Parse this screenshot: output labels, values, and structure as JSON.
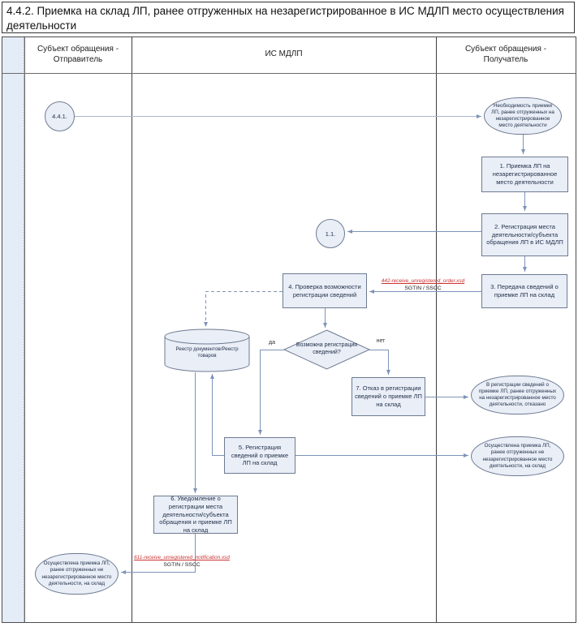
{
  "title": "4.4.2. Приемка на склад ЛП, ранее отгруженных на незарегистрированное в ИС МДЛП место осуществления деятельности",
  "lanes": {
    "sender": "Субъект обращения - Отправитель",
    "system": "ИС МДЛП",
    "receiver": "Субъект обращения - Получатель"
  },
  "flow": {
    "start_ref": "4.4.1.",
    "subprocess_ref": "1.1.",
    "need": "Необходимость приемки ЛП, ранее отгруженных на незарегистрированное место деятельности",
    "step1": "1. Приемка ЛП на незарегистрированное место деятельности",
    "step2": "2. Регистрация места деятельности/субъекта обращения ЛП в ИС МДЛП",
    "step3": "3. Передача сведений о приемке ЛП на склад",
    "step4": "4. Проверка возможности регистрации сведений",
    "decision": "Возможна регистрация сведений?",
    "yes": "да",
    "no": "нет",
    "registry": "Реестр документов/Реестр товаров",
    "step5": "5. Регистрация сведений о приемке ЛП на склад",
    "step6": "6. Уведомление о регистрации места деятельности/субъекта обращения и приемке ЛП на склад",
    "step7": "7. Отказ в регистрации сведений о приемке ЛП на склад",
    "outcome_refused": "В регистрации сведений о приемке ЛП, ранее отгруженных на незарегистрированное место деятельности, отказано",
    "outcome_received": "Осуществлена приемка ЛП, ранее отгруженных не незарегистрированное место деятельности, на склад",
    "outcome_received_sender": "Осуществлена приемка ЛП, ранее отгруженных не незарегистрированное место деятельности, на склад"
  },
  "messages": {
    "order": {
      "file": "442-receive_unregistered_order.xsd",
      "codes": "SGTIN / SSCC"
    },
    "notification": {
      "file": "611-receive_unregistered_notification.xsd",
      "codes": "SGTIN / SSCC"
    }
  },
  "colors": {
    "node_fill": "#e9eef7",
    "node_border": "#6e7b91",
    "connector": "#7e93b8",
    "message_link": "#cc3333",
    "lane_strip_fill": "#e4ecf8"
  }
}
